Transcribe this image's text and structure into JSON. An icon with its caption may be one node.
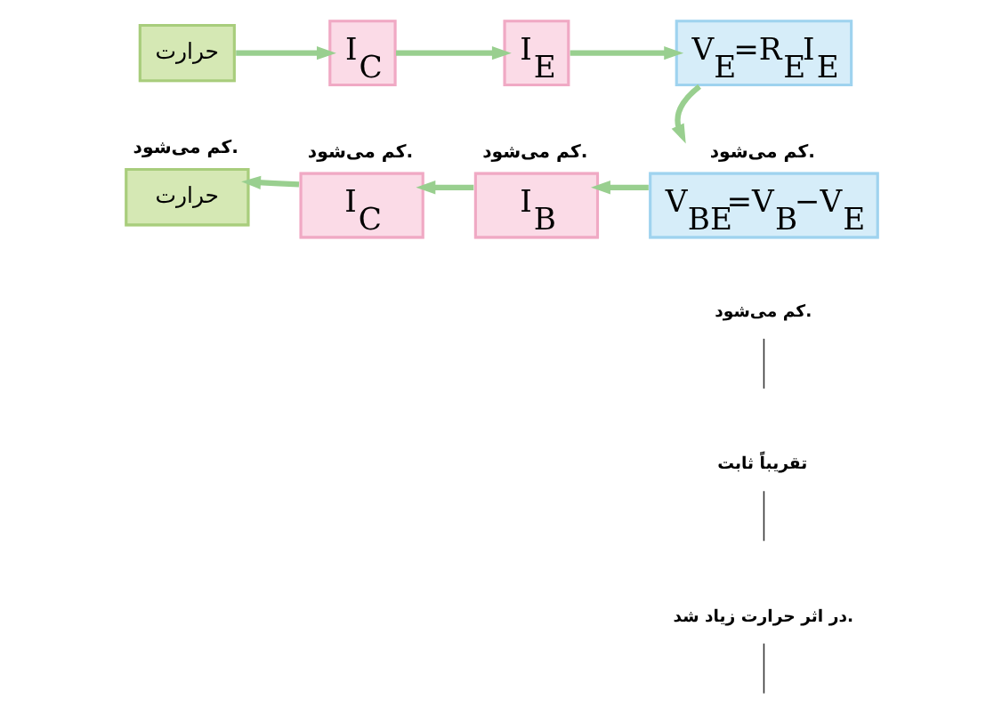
{
  "diagram": {
    "nodes": [
      {
        "text": [
          "حرارت"
        ]
      },
      {
        "text": [
          "I$_{C}$"
        ]
      },
      {
        "text": [
          "I$_{E}$"
        ]
      },
      {
        "text": [
          "V$_{E}$=R$_{E}$I$_{E}$"
        ]
      },
      {
        "text": [
          "حرارت"
        ],
        "beside": [
          "کم می‌شود."
        ]
      },
      {
        "text": [
          "I$_{C}$"
        ],
        "beside": [
          "کم می‌شود."
        ]
      },
      {
        "text": [
          "I$_{B}$"
        ],
        "beside": [
          "کم می‌شود."
        ]
      },
      {
        "text": [
          "V$_{BE}$=V$_{B}$−V$_{E}$"
        ],
        "beside": [
          "کم می‌شود."
        ]
      },
      {
        "text": [
          "کم می‌شود."
        ]
      },
      {
        "text": [
          "تقریباً ثابت"
        ]
      },
      {
        "text": [
          "در اثر حرارت زیاد شد."
        ]
      }
    ],
    "edges": [
      {
        "from": 0,
        "to": 1,
        "arrow": "to"
      },
      {
        "from": 1,
        "to": 2,
        "arrow": "to"
      },
      {
        "from": 2,
        "to": 3,
        "arrow": "to"
      },
      {
        "from": 3,
        "to": 7,
        "arrow": "to"
      },
      {
        "from": 7,
        "to": 6,
        "arrow": "to"
      },
      {
        "from": 6,
        "to": 5,
        "arrow": "to"
      },
      {
        "from": 5,
        "to": 4,
        "arrow": "to"
      },
      {
        "from": 8,
        "to": null,
        "arrow": "none",
        "color": "#333333"
      },
      {
        "from": 9,
        "to": null,
        "arrow": "none",
        "color": "#333333"
      },
      {
        "from": 10,
        "to": null,
        "arrow": "none",
        "color": "#333333"
      }
    ]
  }
}
